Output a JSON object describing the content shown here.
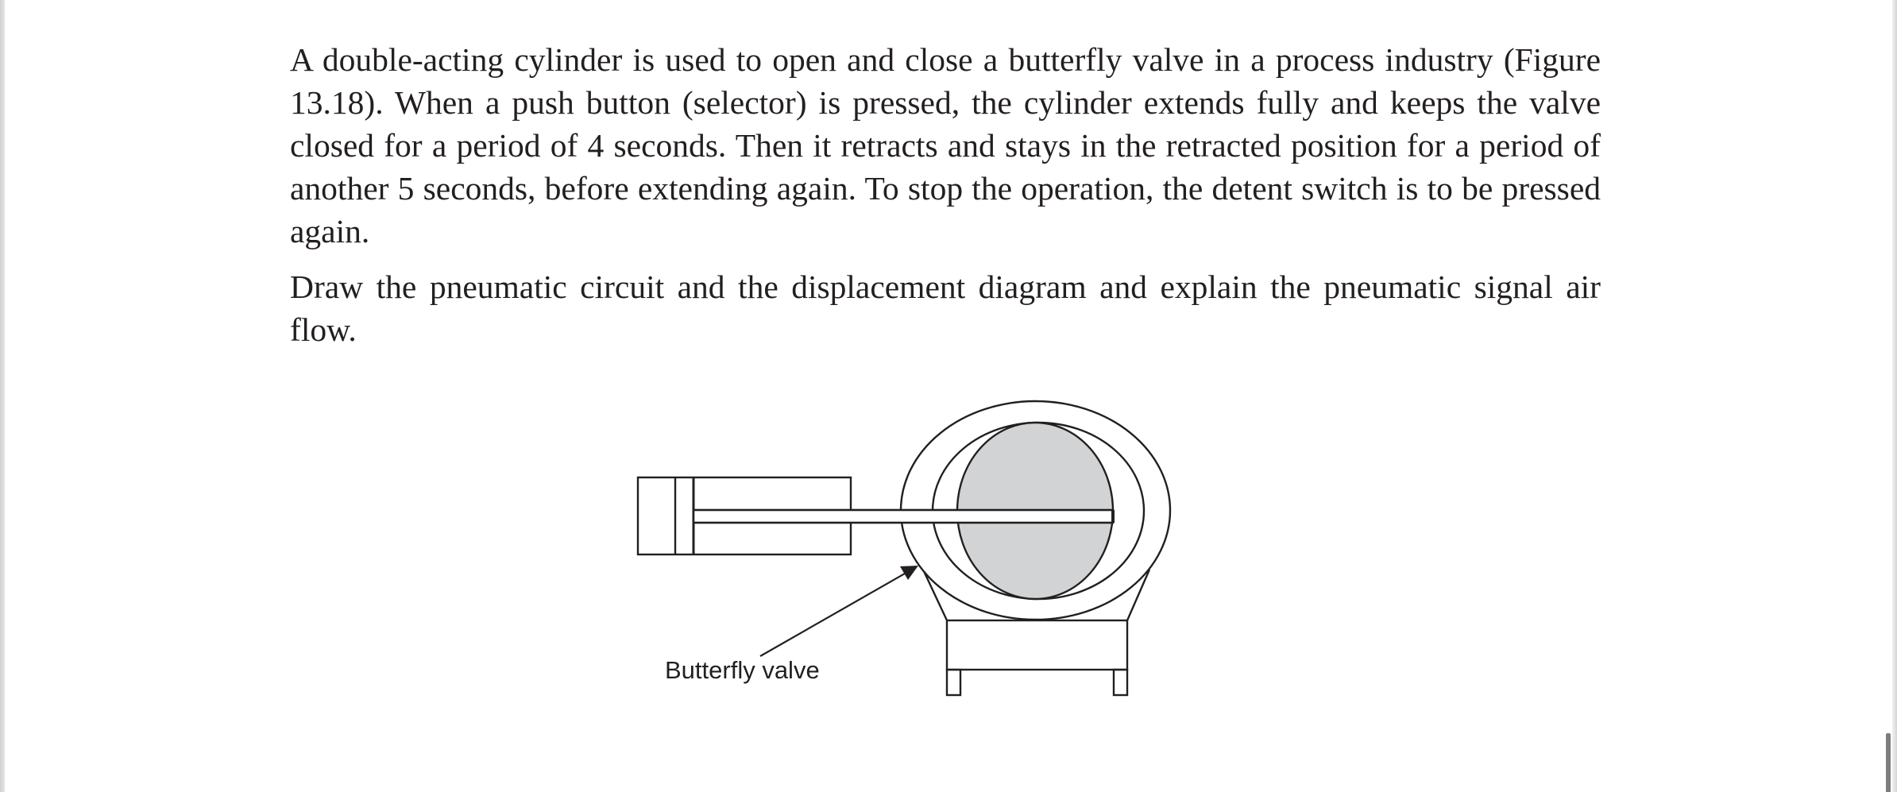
{
  "document": {
    "paragraphs": [
      "A double-acting cylinder is used to open and close a butterfly valve in a process industry (Figure 13.18). When a push button (selector) is pressed, the cylinder extends fully and keeps the valve closed for a period of 4 seconds. Then it retracts and stays in the retracted position for a period of another 5 seconds, before extending again. To stop the operation, the detent switch is to be pressed again.",
      "Draw the pneumatic circuit and the displacement diagram and explain the pneumatic signal air flow."
    ],
    "figure": {
      "label": "Butterfly valve",
      "colors": {
        "stroke": "#231f20",
        "disc_fill": "#d1d3d4"
      }
    }
  },
  "viewer": {
    "scrollbar_color": "#7d7d7d"
  }
}
